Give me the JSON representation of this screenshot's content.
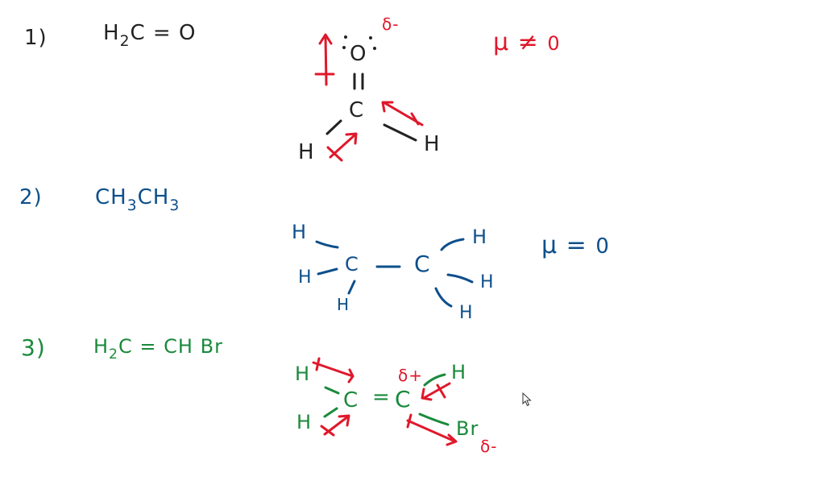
{
  "colors": {
    "ink_black": "#222222",
    "ink_red": "#e0182b",
    "ink_blue": "#0d4f8b",
    "ink_green": "#1a8a3c",
    "background": "#ffffff"
  },
  "problems": [
    {
      "number": "1)",
      "formula": {
        "h": "H",
        "sub": "2",
        "rest": "C = O"
      },
      "structure": {
        "atoms": {
          "O": "O",
          "C": "C",
          "H_left": "H",
          "H_right": "H"
        },
        "lone_pairs": ": :",
        "partial_charge_O": "δ-"
      },
      "dipole_result": {
        "symbol": "μ",
        "relation": "≠",
        "value": "0"
      }
    },
    {
      "number": "2)",
      "formula": {
        "part1": "CH",
        "sub1": "3",
        "part2": "CH",
        "sub2": "3"
      },
      "structure": {
        "atoms": {
          "C_left": "C",
          "C_right": "C",
          "H1": "H",
          "H2": "H",
          "H3": "H",
          "H4": "H",
          "H5": "H",
          "H6": "H"
        }
      },
      "dipole_result": {
        "symbol": "μ",
        "relation": "=",
        "value": "0"
      }
    },
    {
      "number": "3)",
      "formula": {
        "h": "H",
        "sub": "2",
        "rest": "C = CH Br"
      },
      "structure": {
        "atoms": {
          "C_left": "C",
          "C_right": "C",
          "H_top_left": "H",
          "H_bottom_left": "H",
          "H_top_right": "H",
          "Br": "Br"
        },
        "double_bond": "=",
        "partial_charge_C": "δ+",
        "partial_charge_Br": "δ-"
      }
    }
  ],
  "cursor": {
    "icon": "arrow-cursor-icon"
  }
}
